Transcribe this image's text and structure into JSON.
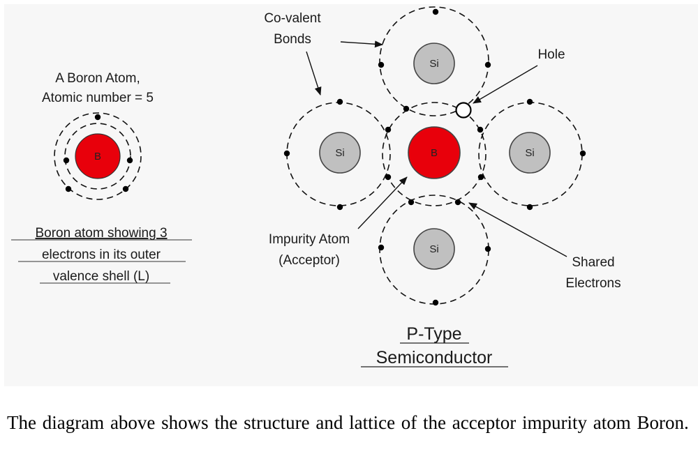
{
  "labels": {
    "boron_atom_title_1": "A Boron Atom,",
    "boron_atom_title_2": "Atomic number = 5",
    "boron_caption_1": "Boron atom showing 3",
    "boron_caption_2": "electrons in its outer",
    "boron_caption_3": "valence shell (L)",
    "covalent_1": "Co-valent",
    "covalent_2": "Bonds",
    "hole": "Hole",
    "impurity_1": "Impurity Atom",
    "impurity_2": "(Acceptor)",
    "shared_1": "Shared",
    "shared_2": "Electrons",
    "ptype_1": "P-Type",
    "ptype_2": "Semiconductor"
  },
  "atoms": {
    "boron": "B",
    "silicon": "Si"
  },
  "colors": {
    "boron_fill": "#e8000b",
    "silicon_fill": "#c0c0c0",
    "panel_bg": "#f7f7f7"
  },
  "caption": "The diagram above shows the structure and lattice of the acceptor impurity atom Boron."
}
